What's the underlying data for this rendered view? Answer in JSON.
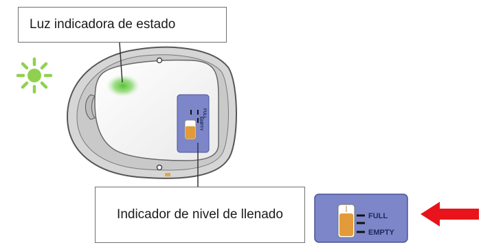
{
  "callouts": {
    "status_light": "Luz indicadora de estado",
    "fill_level": "Indicador de nivel de llenado"
  },
  "indicator": {
    "full_label": "FULL",
    "empty_label": "EMPTY"
  },
  "colors": {
    "status_green": "#7ad25a",
    "indicator_panel": "#7c86c8",
    "slider_orange": "#e39a3a",
    "arrow_red": "#e8131b"
  },
  "icons": [
    "sun-icon",
    "red-arrow-icon"
  ]
}
